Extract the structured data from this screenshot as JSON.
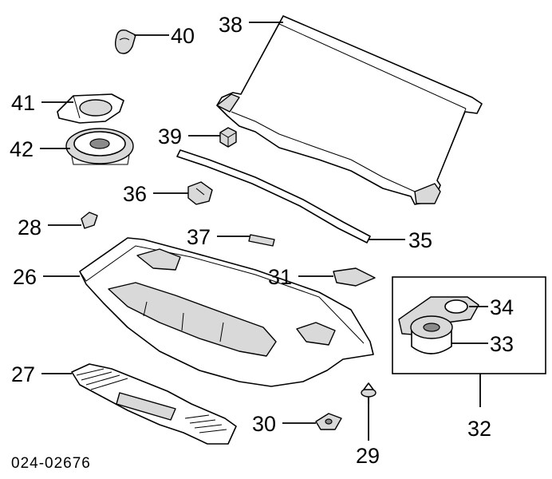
{
  "document_number": "024-02676",
  "callouts": {
    "p26": "26",
    "p27": "27",
    "p28": "28",
    "p29": "29",
    "p30": "30",
    "p31": "31",
    "p32": "32",
    "p33": "33",
    "p34": "34",
    "p35": "35",
    "p36": "36",
    "p37": "37",
    "p38": "38",
    "p39": "39",
    "p40": "40",
    "p41": "41",
    "p42": "42"
  }
}
